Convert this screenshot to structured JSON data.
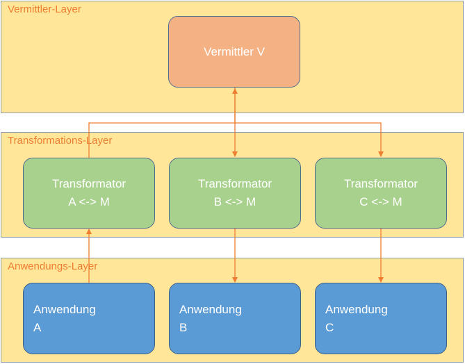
{
  "layers": {
    "vermittler": {
      "label": "Vermittler-Layer"
    },
    "transformations": {
      "label": "Transformations-Layer"
    },
    "anwendungs": {
      "label": "Anwendungs-Layer"
    }
  },
  "nodes": {
    "vermittler_v": {
      "line1": "Vermittler V"
    },
    "transformator_a": {
      "line1": "Transformator",
      "line2": "A <-> M"
    },
    "transformator_b": {
      "line1": "Transformator",
      "line2": "B <-> M"
    },
    "transformator_c": {
      "line1": "Transformator",
      "line2": "C <-> M"
    },
    "anwendung_a": {
      "line1": "Anwendung",
      "line2": "A"
    },
    "anwendung_b": {
      "line1": "Anwendung",
      "line2": "B"
    },
    "anwendung_c": {
      "line1": "Anwendung",
      "line2": "C"
    }
  },
  "colors": {
    "layer_fill": "#ffe699",
    "layer_label": "#ed7d31",
    "vermittler_fill": "#f4b183",
    "transformator_fill": "#a9d18e",
    "anwendung_fill": "#5b9bd5",
    "arrow": "#ed7d31"
  }
}
